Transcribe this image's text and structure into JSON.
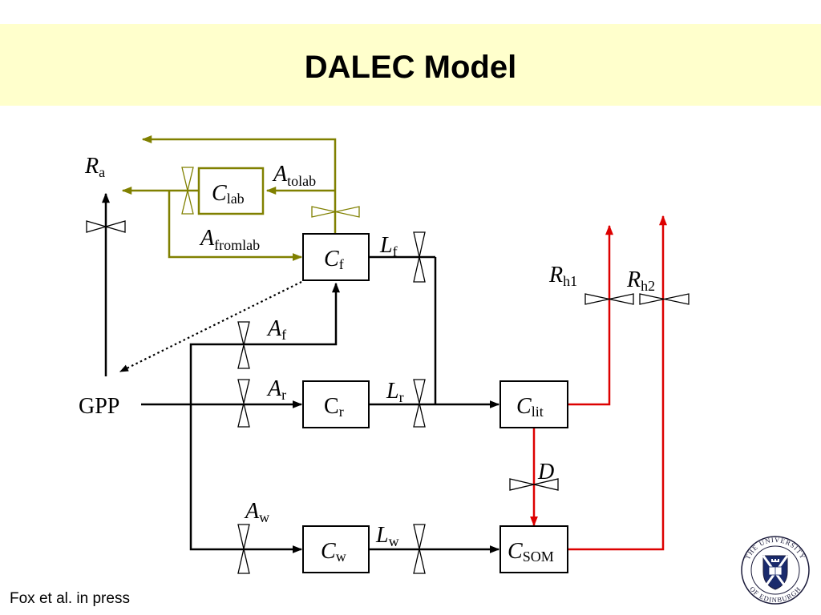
{
  "title": "DALEC Model",
  "citation": "Fox et al. in press",
  "diagram": {
    "pools": {
      "c_lab": {
        "main": "C",
        "sub": "lab"
      },
      "c_f": {
        "main": "C",
        "sub": "f"
      },
      "c_r": {
        "main": "C",
        "sub": "r"
      },
      "c_w": {
        "main": "C",
        "sub": "w"
      },
      "c_lit": {
        "main": "C",
        "sub": "lit"
      },
      "c_som": {
        "main": "C",
        "sub": "SOM"
      }
    },
    "input": "GPP",
    "fluxes": {
      "r_a": {
        "main": "R",
        "sub": "a"
      },
      "a_tolab": {
        "main": "A",
        "sub": "tolab"
      },
      "a_fromlab": {
        "main": "A",
        "sub": "fromlab"
      },
      "a_f": {
        "main": "A",
        "sub": "f"
      },
      "a_r": {
        "main": "A",
        "sub": "r"
      },
      "a_w": {
        "main": "A",
        "sub": "w"
      },
      "l_f": {
        "main": "L",
        "sub": "f"
      },
      "l_r": {
        "main": "L",
        "sub": "r"
      },
      "l_w": {
        "main": "L",
        "sub": "w"
      },
      "r_h1": {
        "main": "R",
        "sub": "h1"
      },
      "r_h2": {
        "main": "R",
        "sub": "h2"
      },
      "d": {
        "main": "D"
      }
    },
    "colors": {
      "labile": "#808000",
      "heterotrophic": "#dd0000",
      "main": "#000000",
      "title_band": "#ffffcc"
    }
  },
  "logo": {
    "name": "university-seal",
    "text_top": "THE UNIVERSITY",
    "text_bottom": "OF EDINBURGH"
  }
}
